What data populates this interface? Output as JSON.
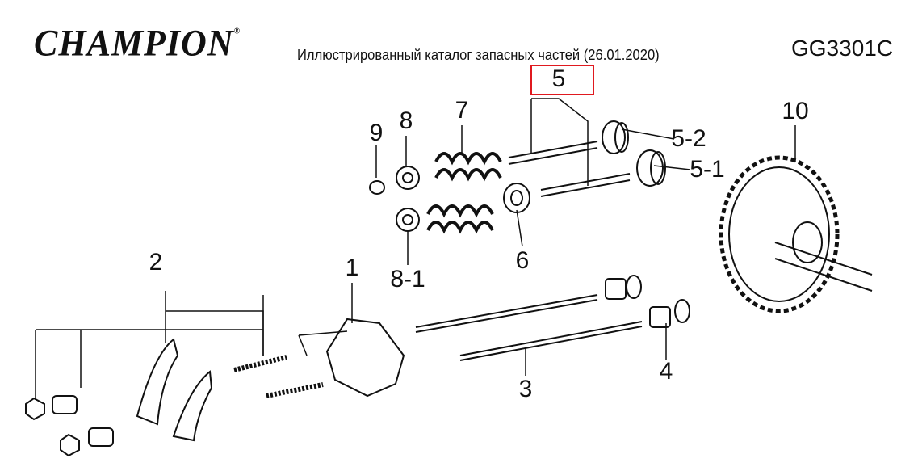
{
  "header": {
    "brand": "CHAMPION",
    "registered_mark": "®",
    "title": "Иллюстрированный каталог запасных частей (26.01.2020)",
    "model": "GG3301C"
  },
  "diagram": {
    "highlighted_callout": "5",
    "highlight_color": "#e0191f",
    "callouts": [
      "5",
      "9",
      "8",
      "7",
      "10",
      "5-2",
      "5-1",
      "8-1",
      "6",
      "1",
      "2",
      "3",
      "4"
    ]
  }
}
